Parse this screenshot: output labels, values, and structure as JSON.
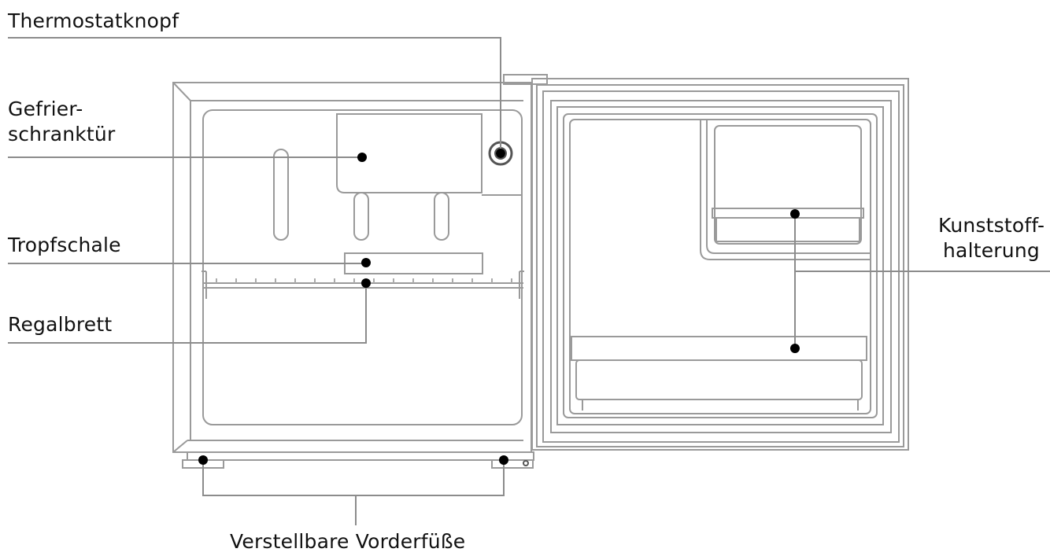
{
  "labels": {
    "thermostat": "Thermostatknopf",
    "freezer_door_1": "Gefrier-",
    "freezer_door_2": "schranktür",
    "drip_tray": "Tropfschale",
    "shelf": "Regalbrett",
    "plastic_holder_1": "Kunststoff-",
    "plastic_holder_2": "halterung",
    "feet": "Verstellbare Vorderfüße"
  },
  "colors": {
    "outline": "#9a9a9a",
    "leader": "#8c8c8c",
    "dot": "#000000",
    "text": "#111111"
  }
}
